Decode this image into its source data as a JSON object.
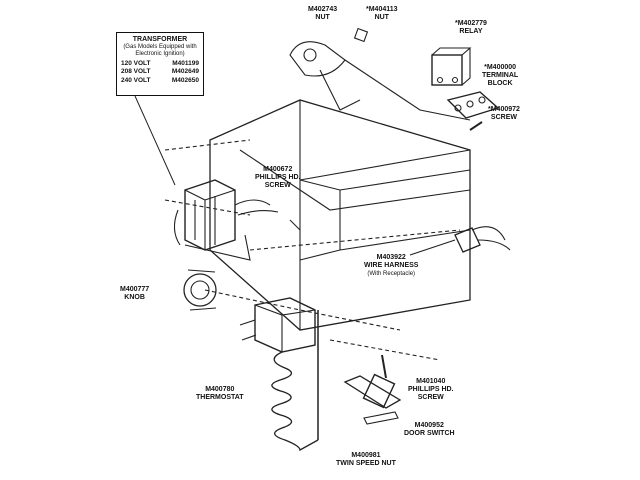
{
  "transformer": {
    "title": "TRANSFORMER",
    "subtitle": "(Gas Models Equipped with Electronic Ignition)",
    "rows": [
      {
        "volt": "120 VOLT",
        "part": "M401199"
      },
      {
        "volt": "208 VOLT",
        "part": "M402649"
      },
      {
        "volt": "240 VOLT",
        "part": "M402650"
      }
    ]
  },
  "labels": {
    "nut1": {
      "part": "M402743",
      "name": "NUT"
    },
    "nut2": {
      "part": "*M404113",
      "name": "NUT"
    },
    "relay": {
      "part": "*M402779",
      "name": "RELAY"
    },
    "terminal": {
      "part": "*M400000",
      "name": "TERMINAL",
      "name2": "BLOCK"
    },
    "screw1": {
      "part": "*M400972",
      "name": "SCREW"
    },
    "phillips1": {
      "part": "M400672",
      "name": "PHILLIPS HD.",
      "name2": "SCREW"
    },
    "harness": {
      "part": "M403922",
      "name": "WIRE HARNESS",
      "name2": "(With Receptacle)"
    },
    "knob": {
      "part": "M400777",
      "name": "KNOB"
    },
    "thermostat": {
      "part": "M400780",
      "name": "THERMOSTAT"
    },
    "phillips2": {
      "part": "M401040",
      "name": "PHILLIPS HD.",
      "name2": "SCREW"
    },
    "doorswitch": {
      "part": "M400952",
      "name": "DOOR SWITCH"
    },
    "twinnut": {
      "part": "M400981",
      "name": "TWIN SPEED NUT"
    }
  }
}
